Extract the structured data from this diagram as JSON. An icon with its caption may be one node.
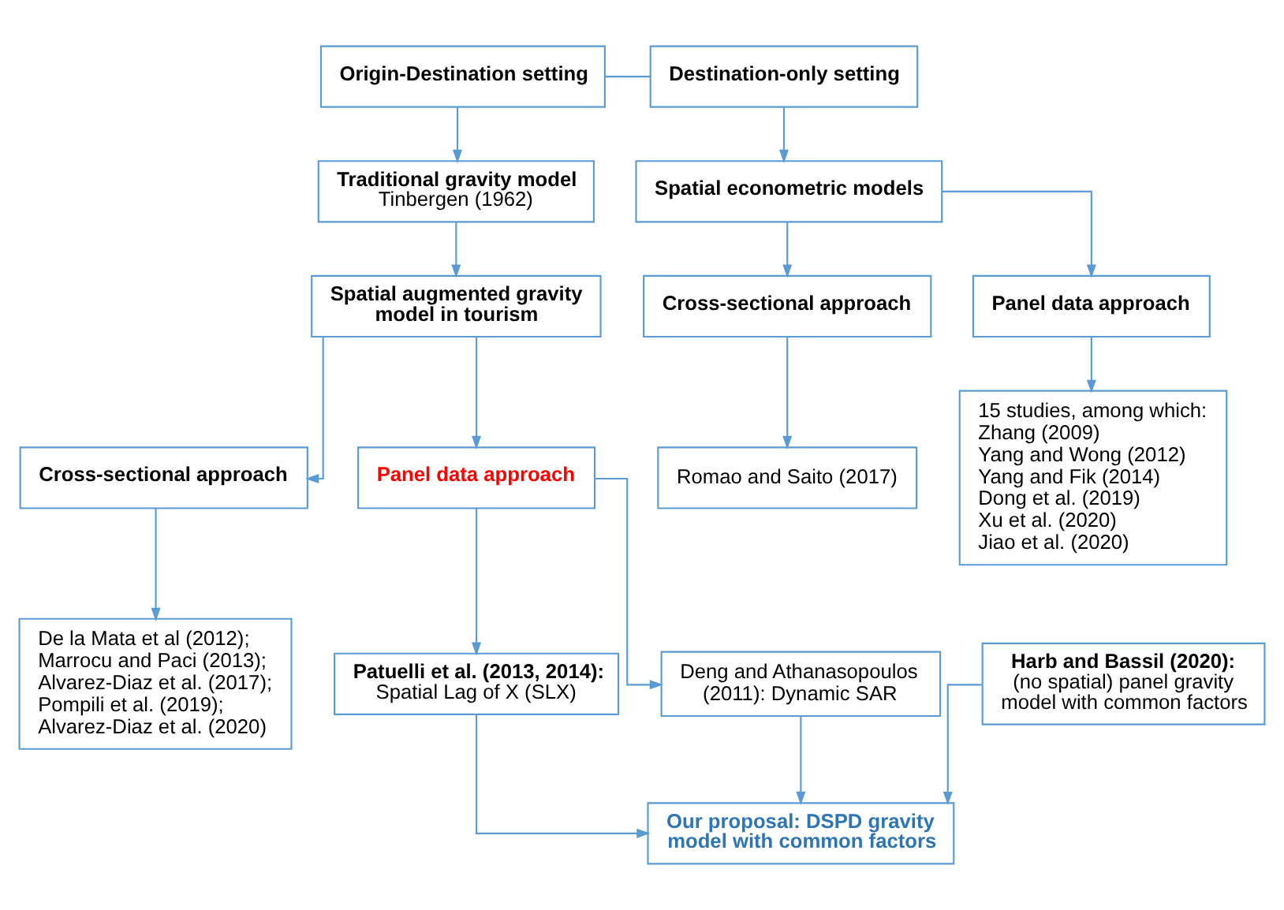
{
  "diagram": {
    "nodes": [
      {
        "text": [
          "Origin-Destination setting"
        ]
      },
      {
        "text": [
          "Destination-only setting"
        ]
      },
      {
        "text": [
          "Traditional gravity model",
          "Tinbergen (1962)"
        ]
      },
      {
        "text": [
          "Spatial econometric models"
        ]
      },
      {
        "text": [
          "Cross-sectional approach"
        ]
      },
      {
        "text": [
          "Spatial augmented gravity model in tourism"
        ]
      },
      {
        "text": [
          "Panel data approach"
        ]
      },
      {
        "text": [
          "Cross-sectional approach"
        ]
      },
      {
        "text": [
          "De la Mata et al (2012);",
          "Marrocu and Paci (2013);",
          "Alvarez-Diaz et al. (2017);",
          "Pompili et al. (2019);",
          "Alvarez-Diaz et al. (2020)"
        ]
      },
      {
        "text": [
          "Patuelli et al. (2013, 2014):",
          "Spatial Lag of X (SLX)"
        ]
      },
      {
        "text": [
          "Romao and Saito (2017)"
        ]
      },
      {
        "text": [
          "Deng and Athanasopoulos (2011): Dynamic SAR"
        ]
      },
      {
        "text": [
          "Panel data approach"
        ]
      },
      {
        "text": [
          "Harb and Bassil (2020):",
          "(no spatial) panel gravity model with common factors"
        ]
      },
      {
        "text": [
          "Our proposal: DSPD gravity model with common factors"
        ]
      },
      {
        "text": [
          "15 studies, among which:",
          "Zhang (2009)",
          "Yang and Wong (2012)",
          "Yang and Fik (2014)",
          "Dong et al. (2019)",
          "Xu et al. (2020)",
          "Jiao et al. (2020)"
        ]
      }
    ],
    "edges": [
      {
        "from": 0,
        "to": 1,
        "arrow": "none"
      },
      {
        "from": 0,
        "to": 2,
        "arrow": "to"
      },
      {
        "from": 1,
        "to": 3,
        "arrow": "to"
      },
      {
        "from": 2,
        "to": 5,
        "arrow": "to"
      },
      {
        "from": 5,
        "to": 4,
        "arrow": "to"
      },
      {
        "from": 5,
        "to": 6,
        "arrow": "to"
      },
      {
        "from": 4,
        "to": 8,
        "arrow": "to"
      },
      {
        "from": 6,
        "to": 9,
        "arrow": "to"
      },
      {
        "from": 6,
        "to": 11,
        "arrow": "to"
      },
      {
        "from": 3,
        "to": 7,
        "arrow": "to"
      },
      {
        "from": 3,
        "to": 12,
        "arrow": "to"
      },
      {
        "from": 7,
        "to": 10,
        "arrow": "to"
      },
      {
        "from": 9,
        "to": 14,
        "arrow": "to"
      },
      {
        "from": 11,
        "to": 14,
        "arrow": "to"
      },
      {
        "from": 13,
        "to": 14,
        "arrow": "to"
      },
      {
        "from": 12,
        "to": 15,
        "arrow": "to"
      }
    ]
  }
}
